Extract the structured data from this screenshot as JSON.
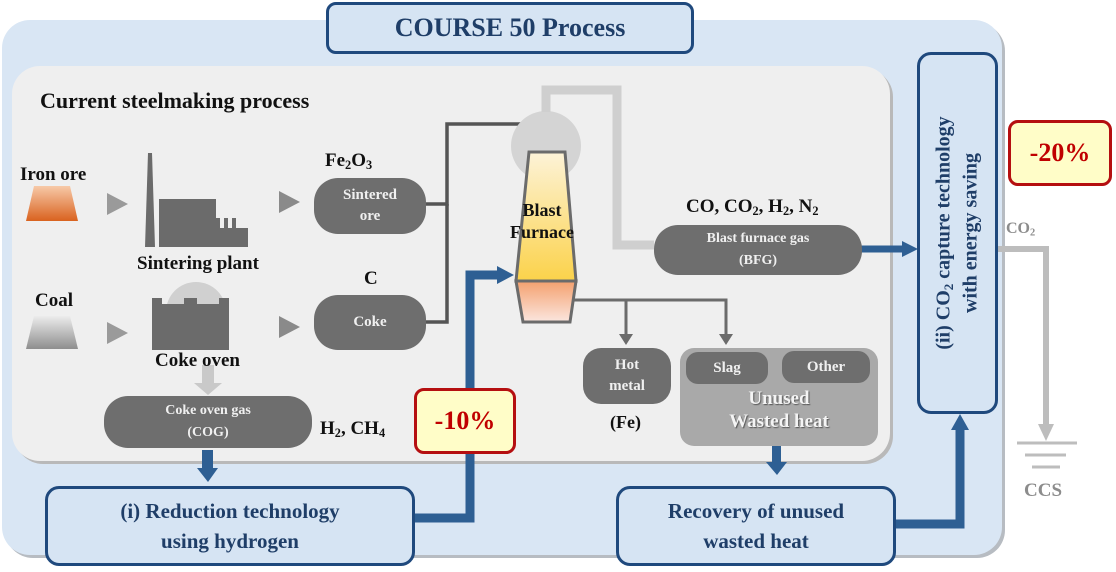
{
  "title": "COURSE 50 Process",
  "current_process": {
    "heading": "Current steelmaking process",
    "inputs": {
      "iron_ore": "Iron ore",
      "coal": "Coal"
    },
    "plants": {
      "sintering_plant": "Sintering plant",
      "coke_oven": "Coke oven"
    },
    "products": {
      "sintered_ore": {
        "line1": "Sintered",
        "line2": "ore",
        "formula": "Fe2O3"
      },
      "coke": {
        "label": "Coke",
        "formula": "C"
      },
      "coke_oven_gas": {
        "line1": "Coke oven gas",
        "line2": "(COG)",
        "formula": "H2, CH4"
      },
      "blast_furnace": {
        "line1": "Blast",
        "line2": "Furnace"
      },
      "blast_furnace_gas": {
        "line1": "Blast furnace gas",
        "line2": "(BFG)",
        "formula": "CO, CO2, H2, N2"
      },
      "hot_metal": {
        "line1": "Hot",
        "line2": "metal",
        "formula": "(Fe)"
      },
      "slag": "Slag",
      "other": "Other",
      "wasted_heat": {
        "line1": "Unused",
        "line2": "Wasted heat"
      }
    }
  },
  "technologies": {
    "hydrogen_reduction": {
      "line1": "(i) Reduction technology",
      "line2": "using hydrogen"
    },
    "heat_recovery": {
      "line1": "Recovery of unused",
      "line2": "wasted heat"
    },
    "co2_capture": {
      "line1": "(ii) CO2 capture technology",
      "line2": "with energy saving"
    }
  },
  "reductions": {
    "hydrogen": "-10%",
    "capture": "-20%"
  },
  "outputs": {
    "co2": "CO2",
    "ccs": "CCS"
  },
  "colors": {
    "accent_blue": "#1f497d",
    "flow_blue": "#2e5f93",
    "reduction_red": "#c00000",
    "node_gray": "#6e6e6e"
  }
}
